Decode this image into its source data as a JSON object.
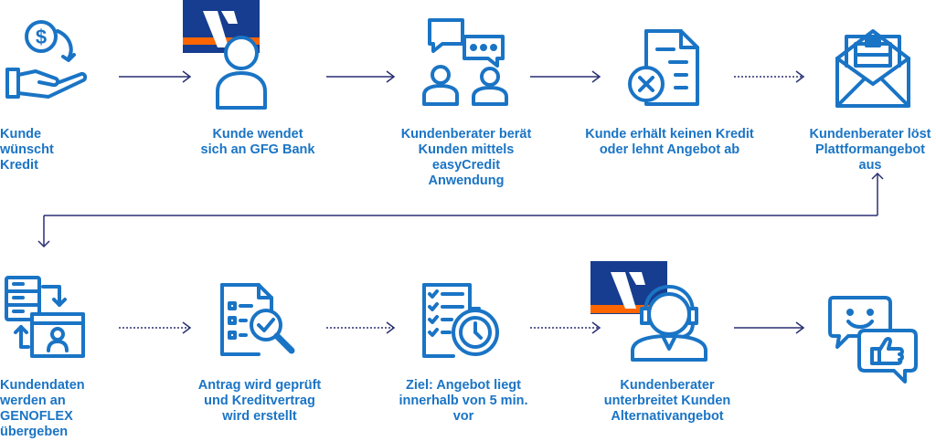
{
  "colors": {
    "icon_blue": "#1a74c5",
    "text_blue": "#1a74c5",
    "arrow_dark": "#2a2f72",
    "bank_logo_blue": "#163d8f",
    "bank_logo_orange": "#ff6600"
  },
  "steps": [
    {
      "id": 1,
      "label": "Kunde wünscht Kredit",
      "icon": "money-hand-icon"
    },
    {
      "id": 2,
      "label": "Kunde wendet sich an GFG Bank",
      "icon": "bank-customer-icon"
    },
    {
      "id": 3,
      "label": "Kundenberater berät Kunden mittels easyCredit Anwendung",
      "icon": "consultation-icon"
    },
    {
      "id": 4,
      "label": "Kunde erhält keinen Kredit oder lehnt Angebot ab",
      "icon": "rejected-document-icon"
    },
    {
      "id": 5,
      "label": "Kundenberater löst Plattformangebot aus",
      "icon": "envelope-icon"
    },
    {
      "id": 6,
      "label": "Kundendaten werden an GENOFLEX übergeben",
      "icon": "data-transfer-icon"
    },
    {
      "id": 7,
      "label": "Antrag wird geprüft und Kreditvertrag wird erstellt",
      "icon": "checklist-magnifier-icon"
    },
    {
      "id": 8,
      "label": "Ziel: Angebot liegt innerhalb von 5 min. vor",
      "icon": "checklist-clock-icon"
    },
    {
      "id": 9,
      "label": "Kundenberater unterbreitet Kunden Alternativangebot",
      "icon": "bank-advisor-headset-icon"
    },
    {
      "id": 10,
      "label": "",
      "icon": "happy-feedback-icon"
    }
  ],
  "arrows": [
    {
      "from": 1,
      "to": 2,
      "style": "solid"
    },
    {
      "from": 2,
      "to": 3,
      "style": "solid"
    },
    {
      "from": 3,
      "to": 4,
      "style": "solid"
    },
    {
      "from": 4,
      "to": 5,
      "style": "dotted"
    },
    {
      "from": 5,
      "to": 6,
      "style": "solid"
    },
    {
      "from": 6,
      "to": 7,
      "style": "dotted"
    },
    {
      "from": 7,
      "to": 8,
      "style": "dotted"
    },
    {
      "from": 8,
      "to": 9,
      "style": "dotted"
    },
    {
      "from": 9,
      "to": 10,
      "style": "solid"
    }
  ]
}
